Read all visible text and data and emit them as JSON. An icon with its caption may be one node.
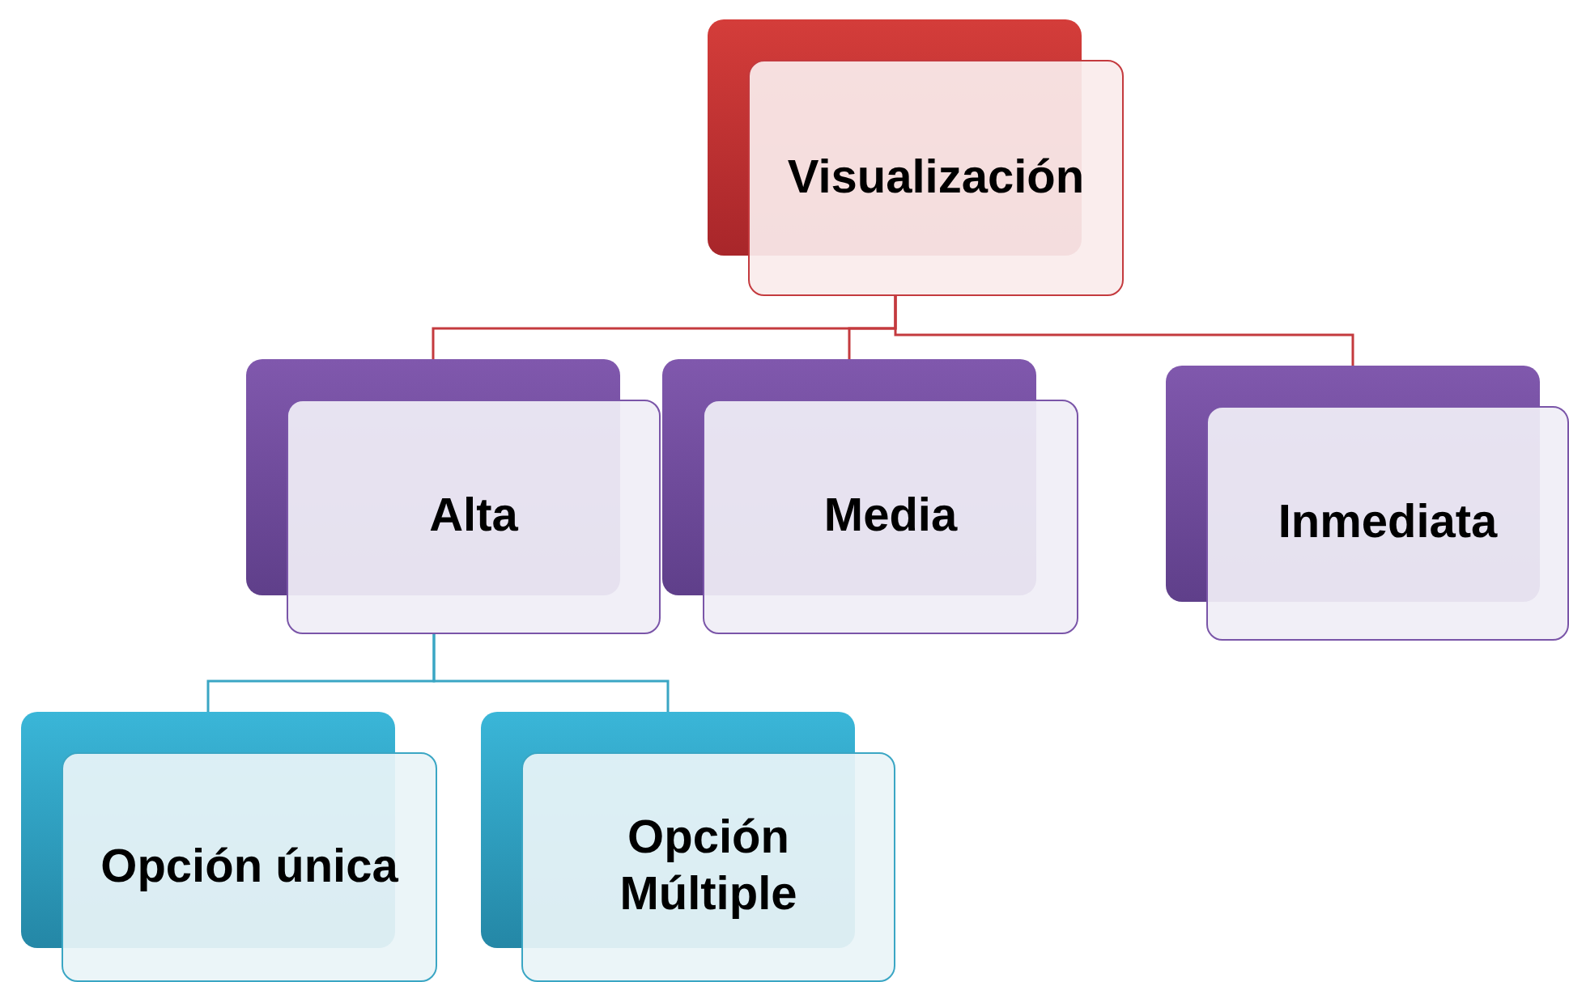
{
  "diagram": {
    "nodes": [
      {
        "text": [
          "Visualización"
        ]
      },
      {
        "text": [
          "Alta"
        ]
      },
      {
        "text": [
          "Media"
        ]
      },
      {
        "text": [
          "Inmediata"
        ]
      },
      {
        "text": [
          "Opción única"
        ]
      },
      {
        "text": [
          "Opción Múltiple"
        ]
      }
    ],
    "edges": [
      {
        "from": 0,
        "to": 1,
        "arrow": "none"
      },
      {
        "from": 0,
        "to": 2,
        "arrow": "none"
      },
      {
        "from": 0,
        "to": 3,
        "arrow": "none"
      },
      {
        "from": 1,
        "to": 4,
        "arrow": "none",
        "color": "#3aa6c4"
      },
      {
        "from": 1,
        "to": 5,
        "arrow": "none",
        "color": "#3aa6c4"
      }
    ]
  }
}
